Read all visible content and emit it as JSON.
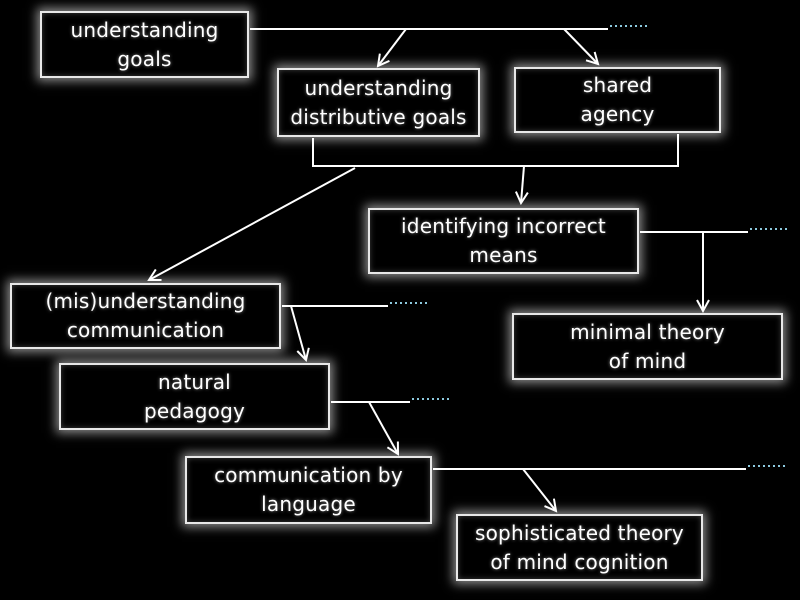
{
  "diagram": {
    "nodes": {
      "understanding_goals": "understanding\ngoals",
      "distributive_goals": "understanding\ndistributive goals",
      "shared_agency": "shared\nagency",
      "incorrect_means": "identifying incorrect\nmeans",
      "mis_communication": "(mis)understanding\ncommunication",
      "minimal_tom": "minimal theory\nof mind",
      "natural_pedagogy": "natural\npedagogy",
      "language": "communication by\nlanguage",
      "sophisticated_tom": "sophisticated theory\nof mind cognition"
    },
    "colors": {
      "background": "#000000",
      "line": "#ffffff",
      "dots": "#8cc9de"
    }
  }
}
